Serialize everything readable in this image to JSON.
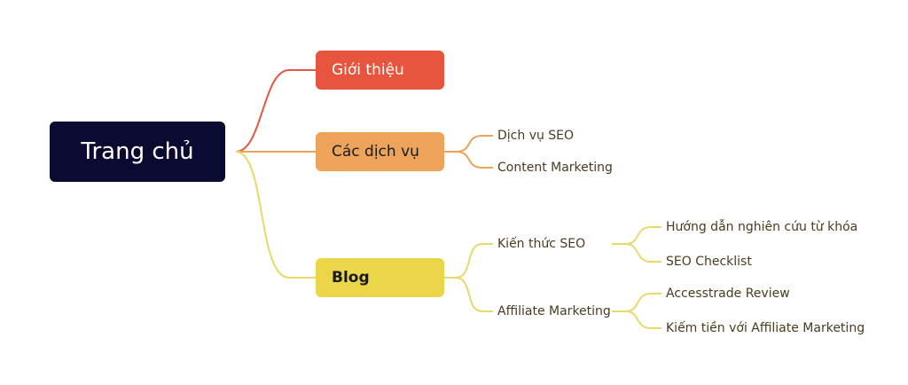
{
  "colors": {
    "root_bg": "#0b0a30",
    "intro": "#e8553f",
    "services": "#eea35a",
    "blog": "#ebd64a",
    "blog_line": "#e9d86a",
    "leaf_text": "#4a3b1f"
  },
  "root": {
    "label": "Trang chủ"
  },
  "branches": [
    {
      "label": "Giới thiệu",
      "children": []
    },
    {
      "label": "Các dịch vụ",
      "children": [
        {
          "label": "Dịch vụ SEO",
          "children": []
        },
        {
          "label": "Content Marketing",
          "children": []
        }
      ]
    },
    {
      "label": "Blog",
      "children": [
        {
          "label": "Kiến thức SEO",
          "children": [
            {
              "label": "Hướng dẫn nghiên cứu từ khóa"
            },
            {
              "label": "SEO Checklist"
            }
          ]
        },
        {
          "label": "Affiliate Marketing",
          "children": [
            {
              "label": "Accesstrade Review"
            },
            {
              "label": "Kiếm tiền với Affiliate Marketing"
            }
          ]
        }
      ]
    }
  ]
}
